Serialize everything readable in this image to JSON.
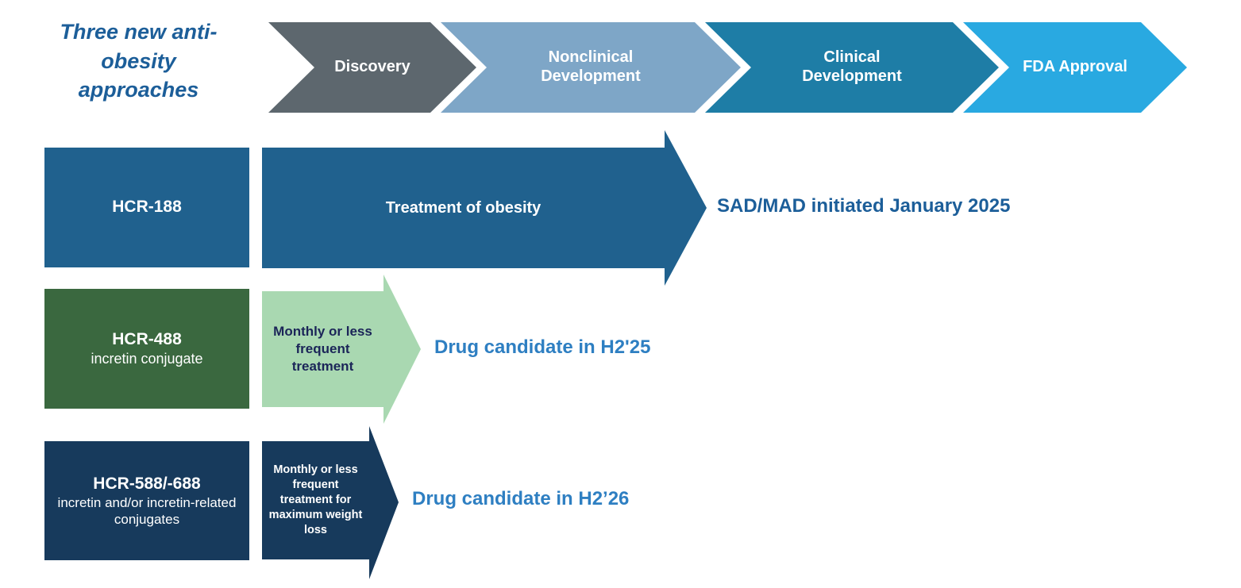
{
  "title": "Three new anti-obesity approaches",
  "colors": {
    "title_text": "#1C5E99",
    "milestone_primary": "#1C5E99",
    "milestone_accent": "#2E7FC2",
    "white": "#FFFFFF"
  },
  "pipeline_stages": [
    {
      "label": "Discovery",
      "color": "#5D676E"
    },
    {
      "label": "Nonclinical Development",
      "color": "#7EA6C7"
    },
    {
      "label": "Clinical Development",
      "color": "#1E7DA6"
    },
    {
      "label": "FDA Approval",
      "color": "#29A9E1"
    }
  ],
  "programs": [
    {
      "name": "HCR-188",
      "description": "",
      "arrow_label": "Treatment of obesity",
      "milestone": "SAD/MAD initiated January 2025",
      "box_color": "#20618E",
      "arrow_color": "#20618E",
      "arrow_text_color": "#FFFFFF",
      "milestone_color": "#1C5E99"
    },
    {
      "name": "HCR-488",
      "description": "incretin conjugate",
      "arrow_label": "Monthly or less frequent treatment",
      "milestone": "Drug candidate in H2'25",
      "box_color": "#3A683F",
      "arrow_color": "#A9D8B1",
      "arrow_text_color": "#1B2558",
      "milestone_color": "#2E7FC2"
    },
    {
      "name": "HCR-588/-688",
      "description": "incretin and/or incretin-related conjugates",
      "arrow_label": "Monthly or less frequent treatment for maximum weight loss",
      "milestone": "Drug candidate in H2’26",
      "box_color": "#173A5C",
      "arrow_color": "#173A5C",
      "arrow_text_color": "#FFFFFF",
      "milestone_color": "#2E7FC2"
    }
  ]
}
